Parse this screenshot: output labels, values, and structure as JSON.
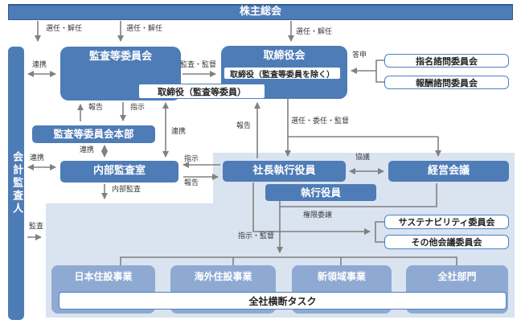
{
  "nodes": {
    "shareholders": "株主総会",
    "accounting_auditor": "会計監査人",
    "audit_committee": "監査等委員会",
    "board": "取締役会",
    "directors_excluding_audit": "取締役（監査等委員を除く）",
    "directors_audit": "取締役（監査等委員）",
    "nomination_committee": "指名諮問委員会",
    "remuneration_committee": "報酬諮問委員会",
    "audit_committee_hq": "監査等委員会本部",
    "internal_audit_office": "内部監査室",
    "president_executive": "社長執行役員",
    "management_meeting": "経営会議",
    "executive_officers": "執行役員",
    "sustainability_committee": "サステナビリティ委員会",
    "other_meetings_committee": "その他会議委員会",
    "business_units": [
      "日本住設事業",
      "海外住設事業",
      "新領域事業",
      "全社部門"
    ],
    "company_wide_task": "全社横断タスク"
  },
  "edge_labels": {
    "appointment_dismissal": "選任・解任",
    "cooperation": "連携",
    "audit_supervision": "監査・監督",
    "toshin": "答申",
    "report": "報告",
    "instruction": "指示",
    "appointment_delegation_supervision": "選任・委任・監督",
    "consultation": "協議",
    "internal_audit": "内部監査",
    "audit": "監査",
    "authority_delegation": "権限委譲",
    "instruction_supervision": "指示・監督"
  },
  "colors": {
    "box_blue": "#4e7cb7",
    "box_light_blue": "#8faad2",
    "panel_blue": "#dae3f0",
    "white_box_border": "#4a80c4",
    "line_gray": "#808080",
    "label_text": "#3a3a3a"
  }
}
